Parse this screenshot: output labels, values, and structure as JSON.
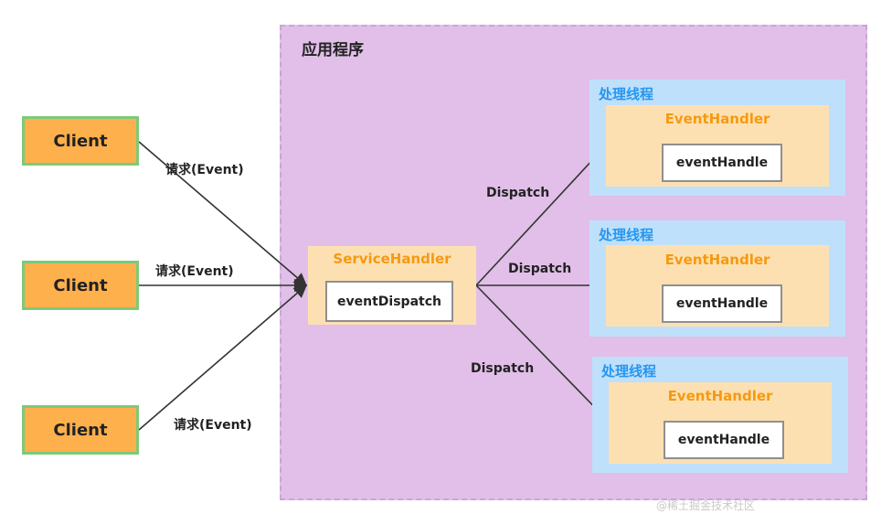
{
  "app": {
    "title": "应用程序"
  },
  "clients": [
    {
      "label": "Client"
    },
    {
      "label": "Client"
    },
    {
      "label": "Client"
    }
  ],
  "requests": [
    {
      "label": "请求(Event)"
    },
    {
      "label": "请求(Event)"
    },
    {
      "label": "请求(Event)"
    }
  ],
  "service_handler": {
    "title": "ServiceHandler",
    "method": "eventDispatch"
  },
  "dispatch_labels": [
    "Dispatch",
    "Dispatch",
    "Dispatch"
  ],
  "threads": [
    {
      "title": "处理线程",
      "handler_title": "EventHandler",
      "method": "eventHandle"
    },
    {
      "title": "处理线程",
      "handler_title": "EventHandler",
      "method": "eventHandle"
    },
    {
      "title": "处理线程",
      "handler_title": "EventHandler",
      "method": "eventHandle"
    }
  ],
  "colors": {
    "app_bg": "#e1bfe8",
    "client_fill": "#fdb04c",
    "client_border": "#7ec97a",
    "handler_fill": "#fde0b2",
    "handler_title": "#f59a10",
    "thread_fill": "#bfe0fb",
    "thread_title": "#2596f0"
  },
  "watermark": "@稀土掘金技术社区"
}
